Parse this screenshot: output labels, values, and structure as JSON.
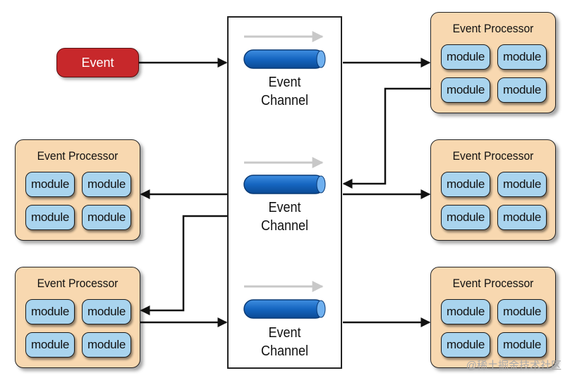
{
  "event": {
    "label": "Event"
  },
  "channels": [
    {
      "line1": "Event",
      "line2": "Channel"
    },
    {
      "line1": "Event",
      "line2": "Channel"
    },
    {
      "line1": "Event",
      "line2": "Channel"
    }
  ],
  "processors": {
    "right_top": {
      "title": "Event Processor",
      "modules": [
        "module",
        "module",
        "module",
        "module"
      ]
    },
    "right_middle": {
      "title": "Event Processor",
      "modules": [
        "module",
        "module",
        "module",
        "module"
      ]
    },
    "right_bottom": {
      "title": "Event Processor",
      "modules": [
        "module",
        "module",
        "module",
        "module"
      ]
    },
    "left_middle": {
      "title": "Event Processor",
      "modules": [
        "module",
        "module",
        "module",
        "module"
      ]
    },
    "left_bottom": {
      "title": "Event Processor",
      "modules": [
        "module",
        "module",
        "module",
        "module"
      ]
    }
  },
  "watermark": "@稀土掘金技术社区",
  "colors": {
    "event": "#c7282b",
    "processor_fill": "#f8d8b0",
    "module_fill": "#a9d4ee",
    "channel_pipe": "#1565c0",
    "flow_arrow": "#c8c8c8"
  }
}
